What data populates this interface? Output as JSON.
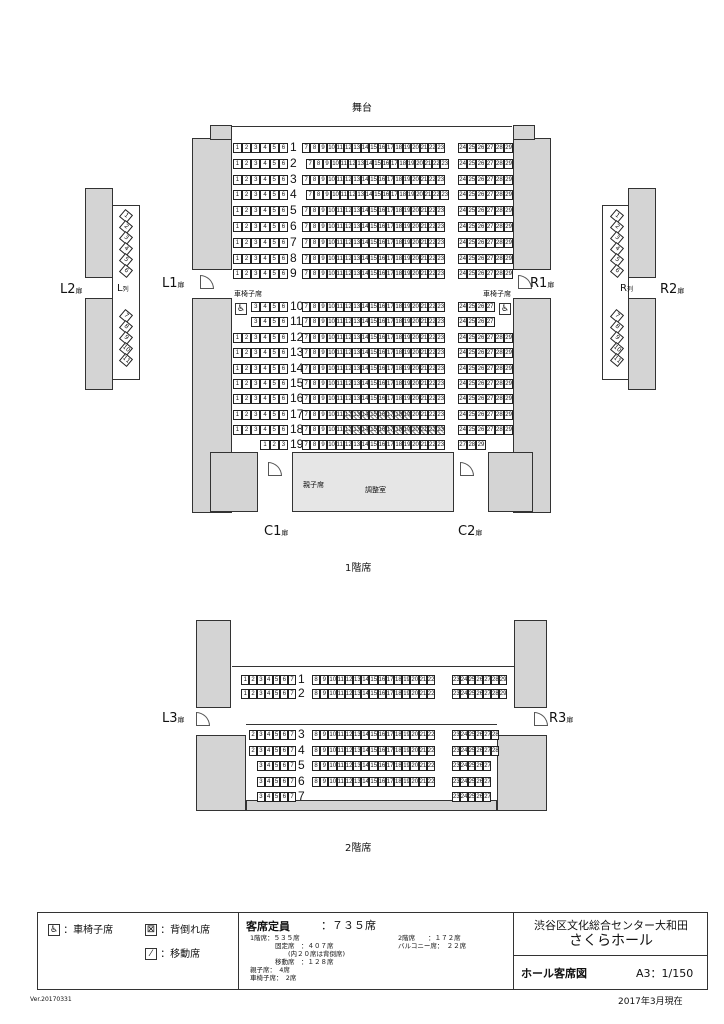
{
  "labels": {
    "stage": "舞台",
    "floor1": "1階席",
    "floor2": "2階席",
    "wheelchair_left": "車椅子席",
    "wheelchair_right": "車椅子席",
    "parent_child": "親子席",
    "control_room": "調整室",
    "door_suffix": "扉",
    "row_suffix": "列"
  },
  "doors": {
    "L1": "L1",
    "R1": "R1",
    "L2": "L2",
    "R2": "R2",
    "C1": "C1",
    "C2": "C2",
    "L3": "L3",
    "R3": "R3"
  },
  "boxes": {
    "left": {
      "label": "L",
      "upper": [
        1,
        2,
        3,
        4,
        5,
        6
      ],
      "lower": [
        7,
        8,
        9,
        10,
        11
      ]
    },
    "right": {
      "label": "R",
      "upper": [
        1,
        2,
        3,
        4,
        5,
        6
      ],
      "lower": [
        7,
        8,
        9,
        10,
        11
      ]
    }
  },
  "floor1_rows": [
    {
      "row": "1",
      "left": [
        1,
        6
      ],
      "center": [
        7,
        23
      ],
      "right": [
        24,
        29
      ]
    },
    {
      "row": "2",
      "left": [
        1,
        6
      ],
      "center": [
        7,
        23
      ],
      "right": [
        24,
        29
      ]
    },
    {
      "row": "3",
      "left": [
        1,
        6
      ],
      "center": [
        7,
        23
      ],
      "right": [
        24,
        29
      ]
    },
    {
      "row": "4",
      "left": [
        1,
        6
      ],
      "center": [
        7,
        23
      ],
      "right": [
        24,
        29
      ]
    },
    {
      "row": "5",
      "left": [
        1,
        6
      ],
      "center": [
        7,
        23
      ],
      "right": [
        24,
        29
      ]
    },
    {
      "row": "6",
      "left": [
        1,
        6
      ],
      "center": [
        7,
        23
      ],
      "right": [
        24,
        29
      ]
    },
    {
      "row": "7",
      "left": [
        1,
        6
      ],
      "center": [
        7,
        23
      ],
      "right": [
        24,
        29
      ]
    },
    {
      "row": "8",
      "left": [
        1,
        6
      ],
      "center": [
        7,
        23
      ],
      "right": [
        24,
        29
      ]
    },
    {
      "row": "9",
      "left": [
        1,
        6
      ],
      "center": [
        7,
        23
      ],
      "right": [
        24,
        29
      ]
    },
    {
      "row": "10",
      "left": [
        3,
        6
      ],
      "center": [
        7,
        23
      ],
      "right": [
        24,
        27
      ]
    },
    {
      "row": "11",
      "left": [
        3,
        6
      ],
      "center": [
        7,
        23
      ],
      "right": [
        24,
        27
      ]
    },
    {
      "row": "12",
      "left": [
        1,
        6
      ],
      "center": [
        7,
        23
      ],
      "right": [
        24,
        29
      ]
    },
    {
      "row": "13",
      "left": [
        1,
        6
      ],
      "center": [
        7,
        23
      ],
      "right": [
        24,
        29
      ]
    },
    {
      "row": "14",
      "left": [
        1,
        6
      ],
      "center": [
        7,
        23
      ],
      "right": [
        24,
        29
      ]
    },
    {
      "row": "15",
      "left": [
        1,
        6
      ],
      "center": [
        7,
        23
      ],
      "right": [
        24,
        29
      ]
    },
    {
      "row": "16",
      "left": [
        1,
        6
      ],
      "center": [
        7,
        23
      ],
      "right": [
        24,
        29
      ]
    },
    {
      "row": "17",
      "left": [
        1,
        6
      ],
      "center": [
        7,
        23
      ],
      "right": [
        24,
        29
      ],
      "backrest": [
        12,
        19
      ]
    },
    {
      "row": "18",
      "left": [
        1,
        6
      ],
      "center": [
        7,
        23
      ],
      "right": [
        24,
        29
      ],
      "backrest": [
        12,
        23
      ]
    },
    {
      "row": "19",
      "left": [
        1,
        3
      ],
      "center": [
        7,
        23
      ],
      "right": [
        27,
        29
      ]
    }
  ],
  "floor2_rows": [
    {
      "row": "1",
      "left": [
        1,
        7
      ],
      "center": [
        8,
        22
      ],
      "right": [
        23,
        29
      ]
    },
    {
      "row": "2",
      "left": [
        1,
        7
      ],
      "center": [
        8,
        22
      ],
      "right": [
        23,
        29
      ]
    },
    {
      "row": "3",
      "left": [
        2,
        7
      ],
      "center": [
        8,
        22
      ],
      "right": [
        23,
        28
      ]
    },
    {
      "row": "4",
      "left": [
        2,
        7
      ],
      "center": [
        8,
        22
      ],
      "right": [
        23,
        28
      ]
    },
    {
      "row": "5",
      "left": [
        3,
        7
      ],
      "center": [
        8,
        22
      ],
      "right": [
        23,
        27
      ]
    },
    {
      "row": "6",
      "left": [
        3,
        7
      ],
      "center": [
        8,
        22
      ],
      "right": [
        23,
        27
      ]
    },
    {
      "row": "7",
      "left": [
        3,
        7
      ],
      "center": null,
      "right": [
        23,
        27
      ]
    }
  ],
  "legend": {
    "wheelchair": "：車椅子席",
    "backrest": "：背倒れ席",
    "movable": "：移動席",
    "capacity_title": "客席定員",
    "capacity_total": "：７３５席",
    "floor1_total": "1階席：５３５席",
    "fixed": "固定席　：４０７席",
    "fixed_note": "(内２０席は背倒席)",
    "movable_count": "移動席　：１２８席",
    "parent_child": "親子席：　4席",
    "wheelchair_count": "車椅子席：　2席",
    "floor2_total": "2階席　　：１７２席",
    "balcony": "バルコニー席：　２２席",
    "venue_org": "渋谷区文化総合センター大和田",
    "venue_name": "さくらホール",
    "drawing_title": "ホール客席図",
    "scale": "A3：1/150"
  },
  "version": "Ver.20170331",
  "as_of": "2017年3月現在"
}
